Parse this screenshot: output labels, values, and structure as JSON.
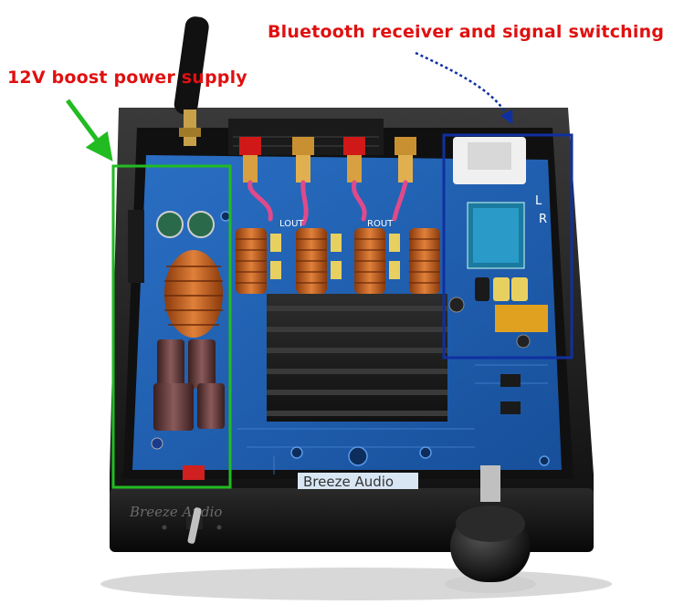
{
  "annotations": {
    "power_supply_label": "12V boost power supply",
    "bluetooth_label": "Bluetooth receiver and signal switching"
  },
  "board": {
    "brand_silkscreen": "Breeze Audio",
    "brand_script": "Breeze Audio",
    "channel_left": "L",
    "channel_right": "R",
    "lout_label": "LOUT",
    "rout_label": "ROUT"
  },
  "colors": {
    "callout_text": "#e01010",
    "power_box": "#22bb22",
    "bluetooth_box": "#1030a0",
    "pcb": "#1e5fb3",
    "chassis": "#1a1a1a"
  }
}
